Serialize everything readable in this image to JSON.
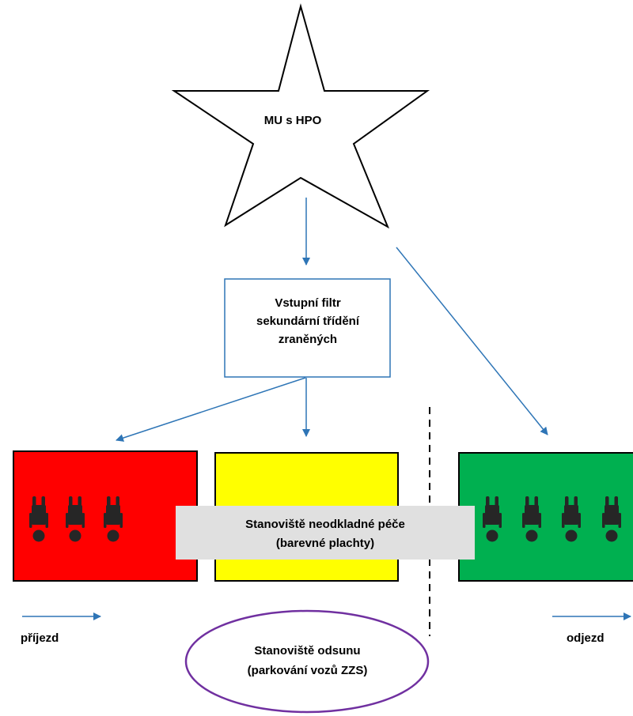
{
  "star": {
    "label": "MU s HPO"
  },
  "filter_box": {
    "line1": "Vstupní filtr",
    "line2": "sekundární třídění",
    "line3": "zraněných"
  },
  "banner": {
    "line1": "Stanoviště neodkladné péče",
    "line2": "(barevné plachty)"
  },
  "odsun": {
    "line1": "Stanoviště odsunu",
    "line2": "(parkování vozů ZZS)"
  },
  "arrival": {
    "label": "příjezd"
  },
  "departure": {
    "label": "odjezd"
  },
  "zones": [
    {
      "name": "red",
      "color": "#ff0000",
      "patients": 3
    },
    {
      "name": "yellow",
      "color": "#ffff00",
      "patients": 0
    },
    {
      "name": "green",
      "color": "#00b050",
      "patients": 4
    }
  ],
  "colors": {
    "arrow": "#2e75b6",
    "filter_border": "#2e75b6",
    "banner": "#e0e0e0",
    "odsun_border": "#7030a0"
  }
}
